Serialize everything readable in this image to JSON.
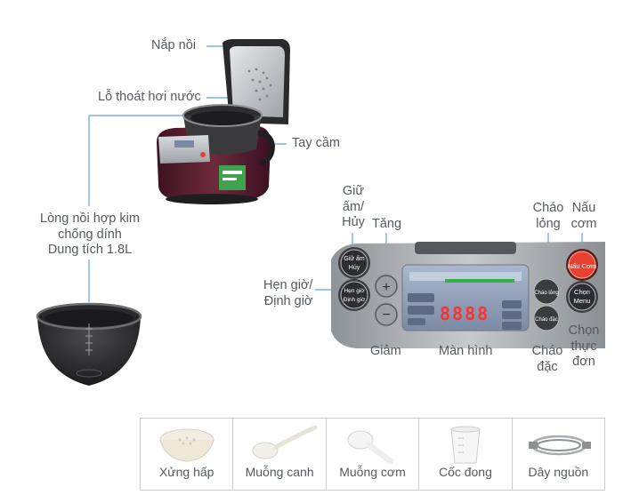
{
  "labels": {
    "lid": "Nắp nồi",
    "steam_vent": "Lỗ thoát hơi nước",
    "handle": "Tay cầm",
    "inner_pot": [
      "Lòng nồi hợp kim",
      "chống dính",
      "Dung tích 1.8L"
    ],
    "keep_warm": [
      "Giữ",
      "ấm/",
      "Hủy"
    ],
    "increase": "Tăng",
    "thin_porridge": [
      "Cháo",
      "lỏng"
    ],
    "cook_rice": [
      "Nấu",
      "cơm"
    ],
    "timer": [
      "Hẹn giờ/",
      "Định giờ"
    ],
    "decrease": "Giảm",
    "screen": "Màn hình",
    "thick_porridge": [
      "Cháo",
      "đặc"
    ],
    "choose_menu": [
      "Chọn",
      "thực",
      "đơn"
    ]
  },
  "panel": {
    "btn_keep_warm": [
      "Giữ ấm",
      "Hủy"
    ],
    "btn_timer": [
      "Hẹn giờ",
      "Định giờ"
    ],
    "btn_thin": "Cháo lỏng",
    "btn_thick": "Cháo đặc",
    "btn_cook": "Nấu Cơm",
    "btn_menu": [
      "Chọn",
      "Menu"
    ],
    "display": "8888",
    "plus": "+",
    "minus": "−"
  },
  "accessories": [
    {
      "name": "Xửng hấp",
      "icon": "steamer-tray-icon"
    },
    {
      "name": "Muỗng canh",
      "icon": "soup-ladle-icon"
    },
    {
      "name": "Muỗng cơm",
      "icon": "rice-paddle-icon"
    },
    {
      "name": "Cốc đong",
      "icon": "measuring-cup-icon"
    },
    {
      "name": "Dây nguồn",
      "icon": "power-cord-icon"
    }
  ],
  "colors": {
    "body_maroon": "#5a1f2e",
    "pot_black": "#2b2b2e",
    "panel_silver": "#bfc3c8",
    "accent_red": "#e8412f",
    "leader_blue": "#5aa7d9"
  }
}
